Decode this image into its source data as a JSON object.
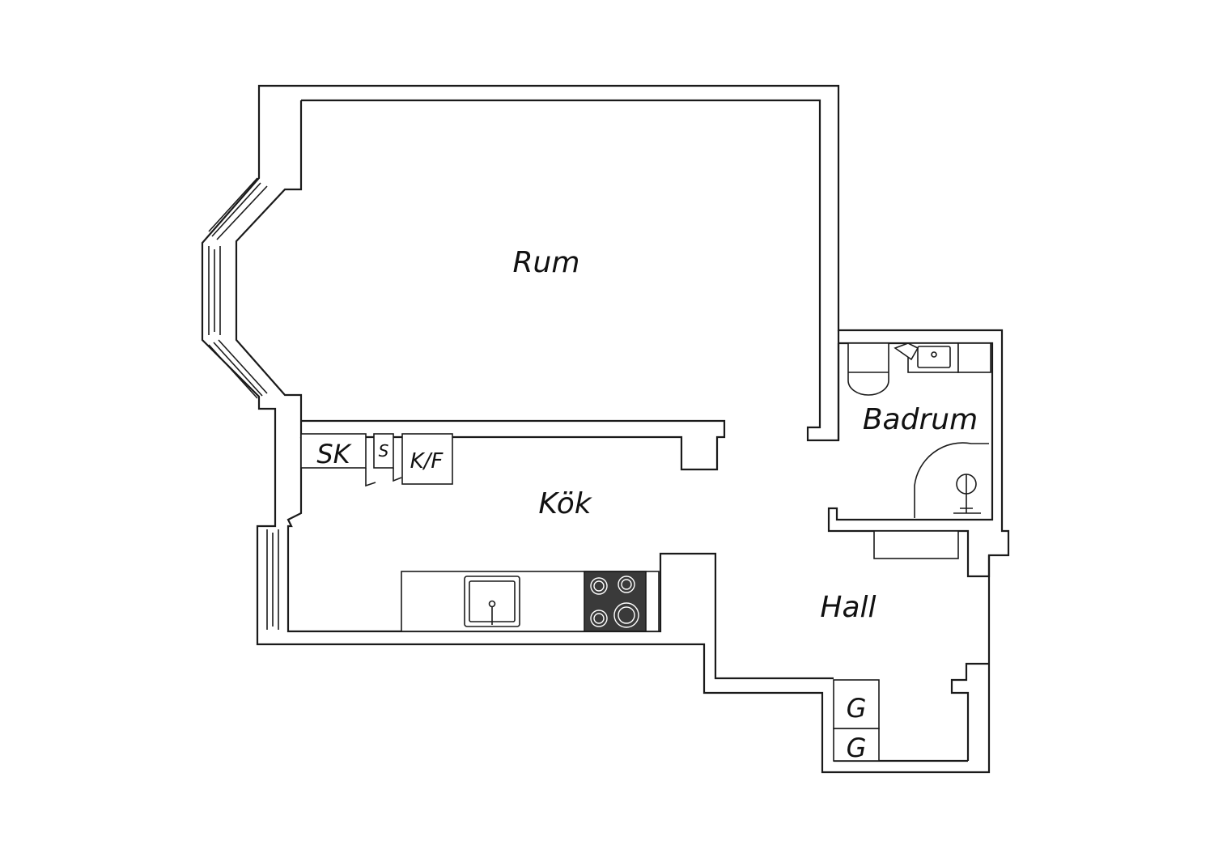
{
  "rooms": {
    "rum": "Rum",
    "kok": "Kök",
    "badrum": "Badrum",
    "hall": "Hall"
  },
  "fixtures": {
    "sk": "SK",
    "s": "S",
    "kf": "K/F",
    "g1": "G",
    "g2": "G"
  },
  "colors": {
    "wall": "#1a1a1a",
    "stove": "#3a3a3a",
    "background": "#ffffff"
  }
}
